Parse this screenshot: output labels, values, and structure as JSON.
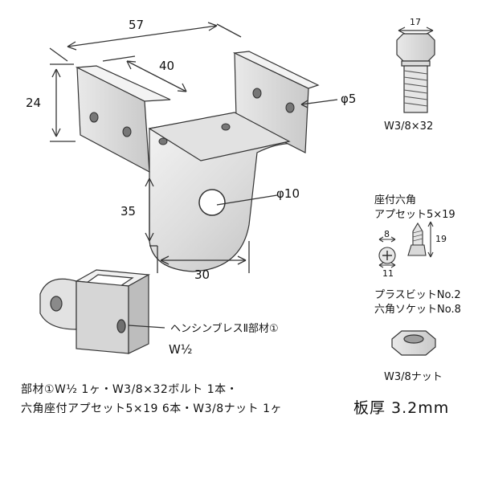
{
  "main_part": {
    "dimensions": {
      "width": "57",
      "depth": "40",
      "height": "24",
      "drop": "35",
      "bottom_width": "30"
    },
    "small_hole": "φ5",
    "large_hole": "φ10"
  },
  "bolt": {
    "head_width": "17",
    "spec": "W3/8×32"
  },
  "screw": {
    "title_line1": "座付六角",
    "title_line2": "アプセット5×19",
    "head_dim": "8",
    "washer_dim": "11",
    "length_dim": "19",
    "bit_line1": "プラスビットNo.2",
    "bit_line2": "六角ソケットNo.8"
  },
  "nut": {
    "spec": "W3/8ナット"
  },
  "attachment": {
    "part_label": "ヘンシンブレスⅡ部材①",
    "size_label": "W½"
  },
  "parts_list": {
    "line1": "部材①W½ 1ヶ・W3/8×32ボルト 1本・",
    "line2": "六角座付アプセット5×19 6本・W3/8ナット 1ヶ"
  },
  "thickness": "板厚 3.2mm"
}
